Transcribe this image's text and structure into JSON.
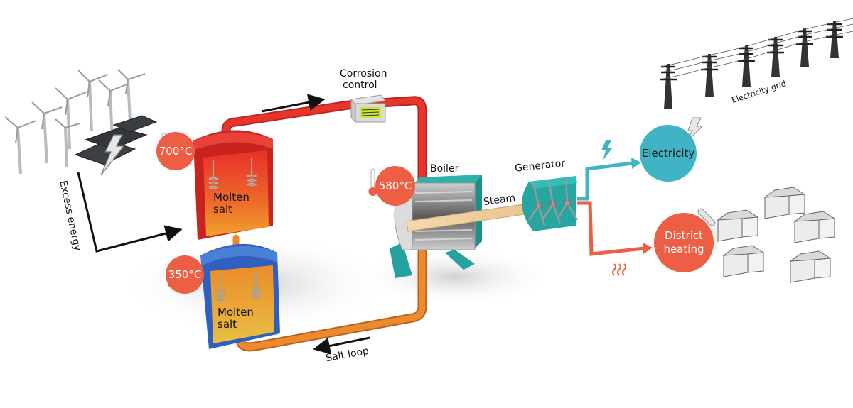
{
  "title": "Molten salt thermal energy storage system",
  "colors": {
    "hot_salt": "#e8352b",
    "warm_salt": "#e8862a",
    "cold_tank": "#3a6cc4",
    "equipment": "#2aa9a6",
    "electricity": "#40b3c4",
    "heating": "#ec5f44",
    "badge": "#ec5f44",
    "arrow": "#111111",
    "corrosion_tag": "#c8e632"
  },
  "labels": {
    "excess_energy": "Excess energy",
    "corrosion_control": [
      "Corrosion",
      "control"
    ],
    "boiler": "Boiler",
    "generator": "Generator",
    "steam": "Steam",
    "salt_loop": "Salt loop",
    "electricity_grid": "Electricity grid",
    "hot_tank": [
      "Molten",
      "salt"
    ],
    "cold_tank": [
      "Molten",
      "salt"
    ],
    "electricity": "Electricity",
    "district_heating": [
      "District",
      "heating"
    ]
  },
  "temperatures": {
    "hot_tank": "700°C",
    "cold_tank": "350°C",
    "boiler_inlet": "580°C"
  },
  "icons": {
    "renewables_bolt": "lightning-bolt",
    "electricity_bolt": "lightning-bolt",
    "heat_waves": "heat-waves",
    "thermometer": "thermometer"
  }
}
